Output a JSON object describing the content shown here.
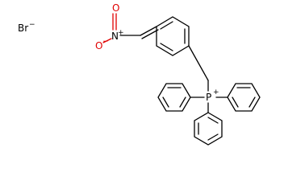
{
  "molecule": {
    "counterion": {
      "symbol": "Br",
      "charge": "−"
    },
    "nitro": {
      "n_symbol": "N",
      "n_charge": "+",
      "o_top": "O",
      "o_left": "O",
      "o_left_charge": "−"
    },
    "phosphonium": {
      "symbol": "P",
      "charge": "+"
    }
  },
  "colors": {
    "bond": "#000000",
    "heteroatom": "#e00000",
    "background": "#ffffff"
  }
}
